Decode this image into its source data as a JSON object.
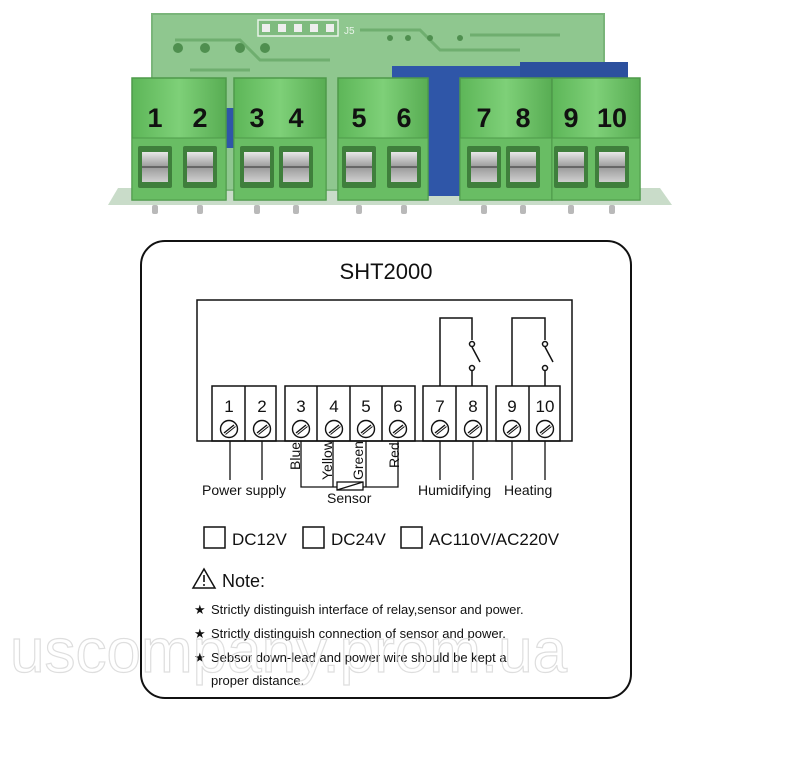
{
  "photo": {
    "terminal_numbers": [
      "1",
      "2",
      "3",
      "4",
      "5",
      "6",
      "7",
      "8",
      "9",
      "10"
    ],
    "silkscreen": "J5"
  },
  "diagram": {
    "title": "SHT2000",
    "terminals": [
      "1",
      "2",
      "3",
      "4",
      "5",
      "6",
      "7",
      "8",
      "9",
      "10"
    ],
    "wire_labels": {
      "blue": "Blue",
      "yellow": "Yellow",
      "green": "Green",
      "red": "Red"
    },
    "group_labels": {
      "power": "Power supply",
      "sensor": "Sensor",
      "humidifying": "Humidifying",
      "heating": "Heating"
    },
    "voltage_options": [
      "DC12V",
      "DC24V",
      "AC110V/AC220V"
    ],
    "note_title": "Note:",
    "note_bullet": "★",
    "notes": [
      "Strictly distinguish interface of relay,sensor and power.",
      "Strictly distinguish connection of sensor and power.",
      "Sebsor down-lead and power wire should be kept a",
      "proper distance."
    ]
  },
  "watermark": "uscompany.prom.ua",
  "colors": {
    "pcb_green": "#8fc78f",
    "terminal_green": "#6fc36a",
    "relay_blue": "#2f56a8",
    "ink": "#111111"
  }
}
